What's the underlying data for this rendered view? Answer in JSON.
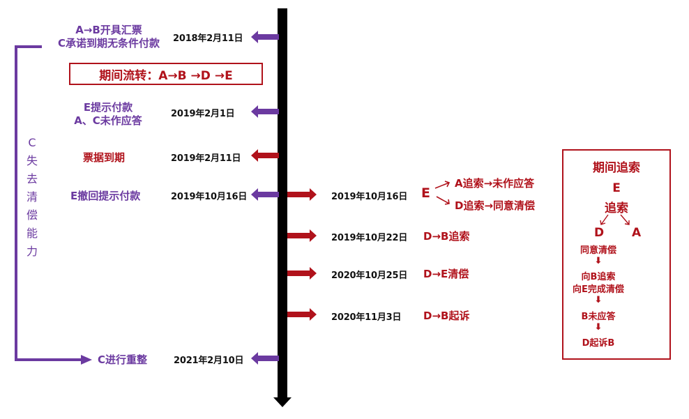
{
  "colors": {
    "purple": "#6b3aa0",
    "red": "#b0121b",
    "black": "#000000"
  },
  "flow_box": {
    "label": "期间流转：A→B →D →E"
  },
  "bracket": {
    "label_chars": [
      "C",
      "失",
      "去",
      "清",
      "偿",
      "能",
      "力"
    ]
  },
  "left_events": [
    {
      "date": "2018年2月11日",
      "lines": [
        "A→B开具汇票",
        "C承诺到期无条件付款"
      ],
      "color": "purple"
    },
    {
      "date": "2019年2月1日",
      "lines": [
        "E提示付款",
        "A、C未作应答"
      ],
      "color": "purple"
    },
    {
      "date": "2019年2月11日",
      "lines": [
        "票据到期"
      ],
      "color": "red"
    },
    {
      "date": "2019年10月16日",
      "lines": [
        "E撤回提示付款"
      ],
      "color": "purple"
    },
    {
      "date": "2021年2月10日",
      "lines": [
        "C进行重整"
      ],
      "color": "purple"
    }
  ],
  "right_events": [
    {
      "date": "2019年10月16日",
      "actor": "E",
      "branches": [
        "A追索→未作应答",
        "D追索→同意清偿"
      ]
    },
    {
      "date": "2019年10月22日",
      "text": "D→B追索"
    },
    {
      "date": "2020年10月25日",
      "text": "D→E清偿"
    },
    {
      "date": "2020年11月3日",
      "text": "D→B起诉"
    }
  ],
  "side_panel": {
    "title": "期间追索",
    "top_node": "E",
    "top_action": "追索",
    "left_child": "D",
    "right_child": "A",
    "steps": [
      "同意清偿",
      "向B追索",
      "向E完成清偿",
      "B未应答",
      "D起诉B"
    ]
  }
}
